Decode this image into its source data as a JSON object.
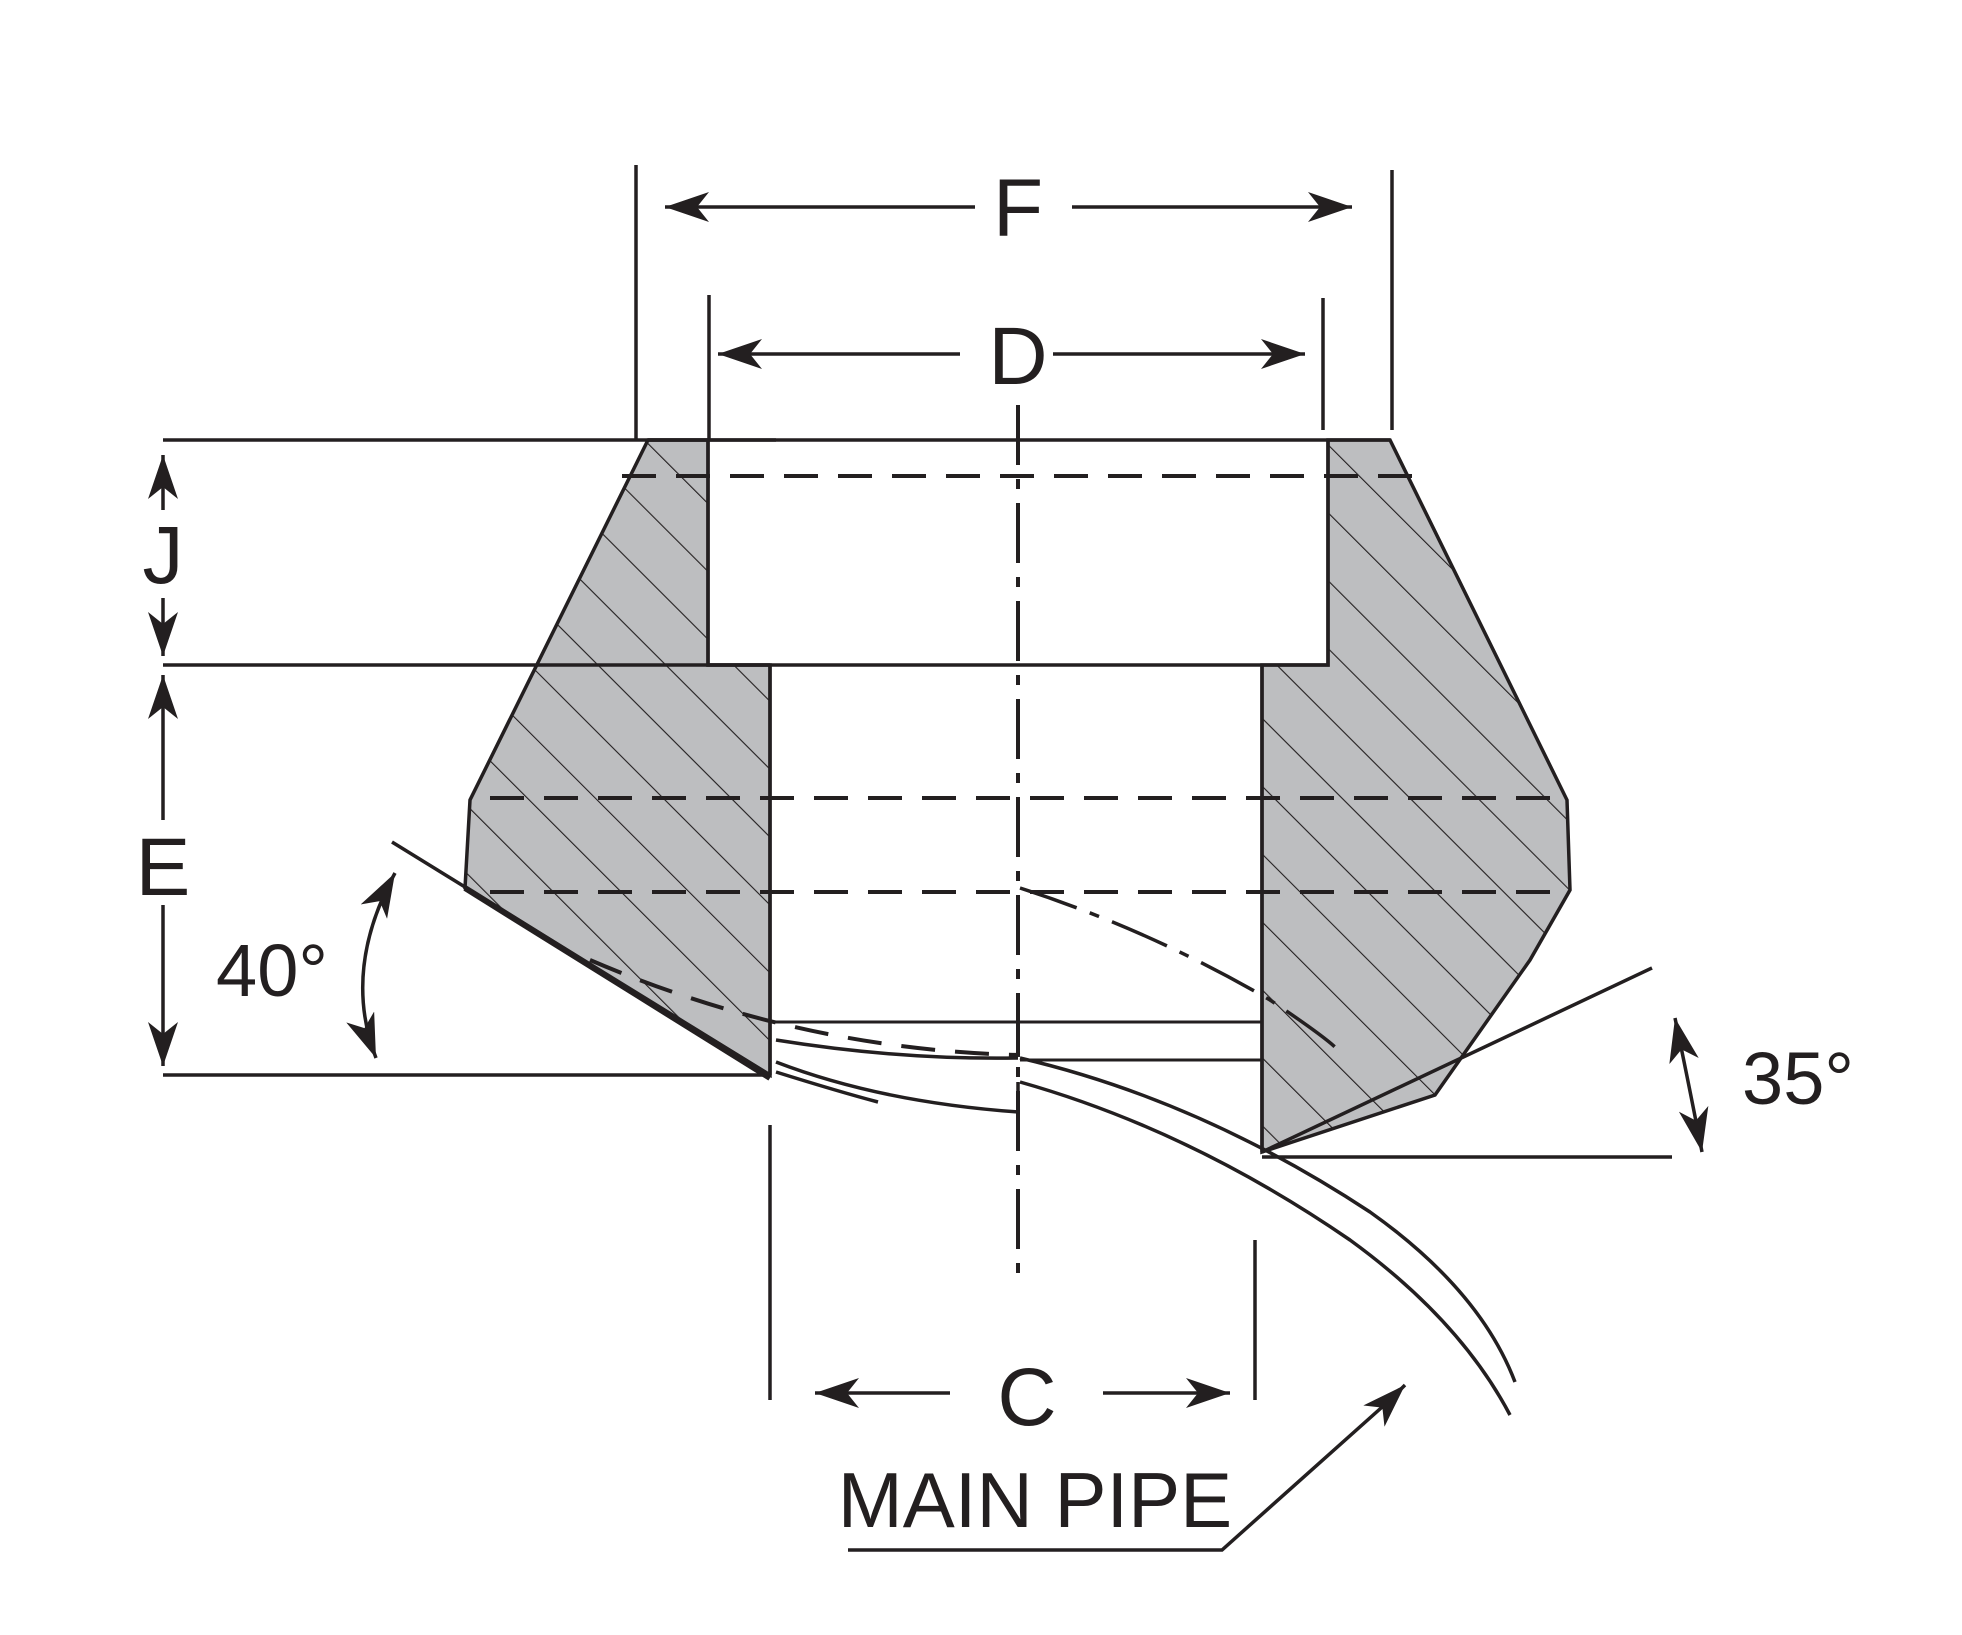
{
  "labels": {
    "f": "F",
    "d": "D",
    "j": "J",
    "e": "E",
    "c": "C",
    "angle_left": "40°",
    "angle_right": "35°",
    "main_pipe": "MAIN PIPE"
  },
  "colors": {
    "ink": "#231f20",
    "section_fill": "#bdbec0",
    "background": "#ffffff"
  }
}
